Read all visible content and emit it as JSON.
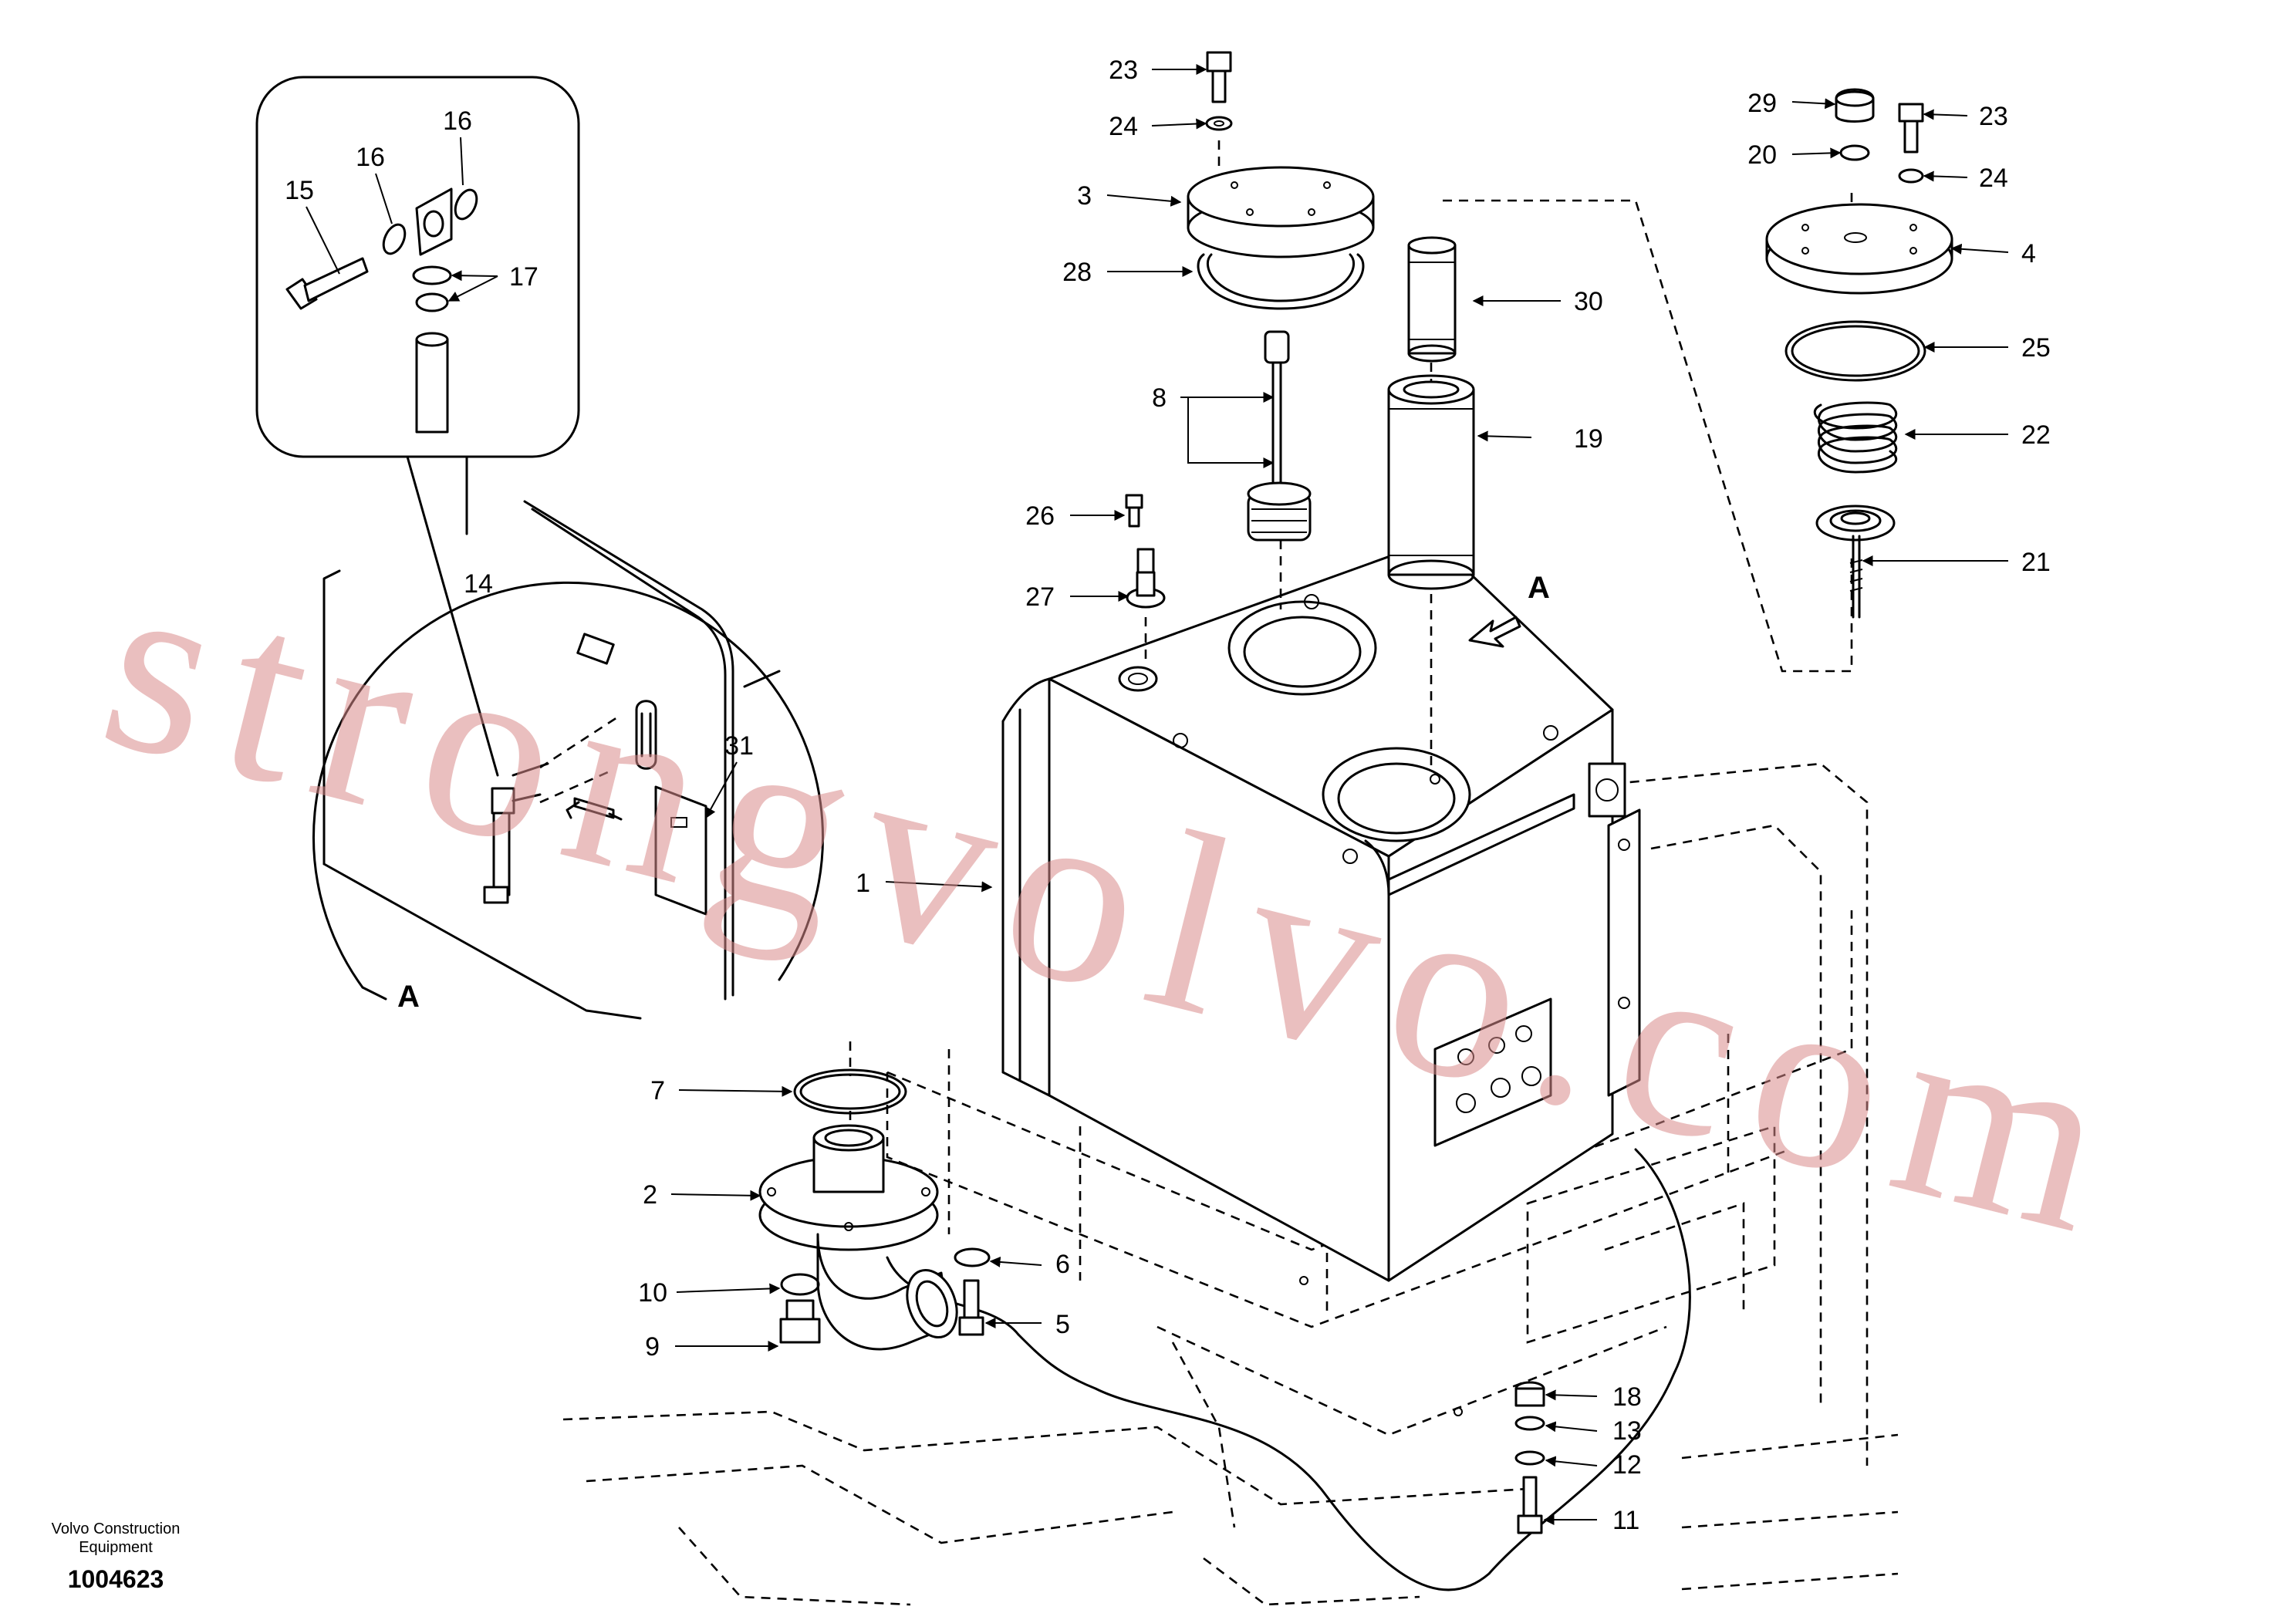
{
  "footer": {
    "brand_line1": "Volvo Construction",
    "brand_line2": "Equipment",
    "drawing_number": "1004623"
  },
  "watermark": "strongvolvo.com",
  "view_markers": [
    "A",
    "A"
  ],
  "callouts": [
    "1",
    "2",
    "3",
    "4",
    "5",
    "6",
    "7",
    "8",
    "9",
    "10",
    "11",
    "12",
    "13",
    "14",
    "15",
    "16",
    "16",
    "17",
    "18",
    "19",
    "20",
    "21",
    "22",
    "23",
    "23",
    "24",
    "24",
    "25",
    "26",
    "27",
    "28",
    "29",
    "30",
    "31"
  ],
  "colors": {
    "line": "#000000",
    "watermark": "#d98b8b"
  }
}
